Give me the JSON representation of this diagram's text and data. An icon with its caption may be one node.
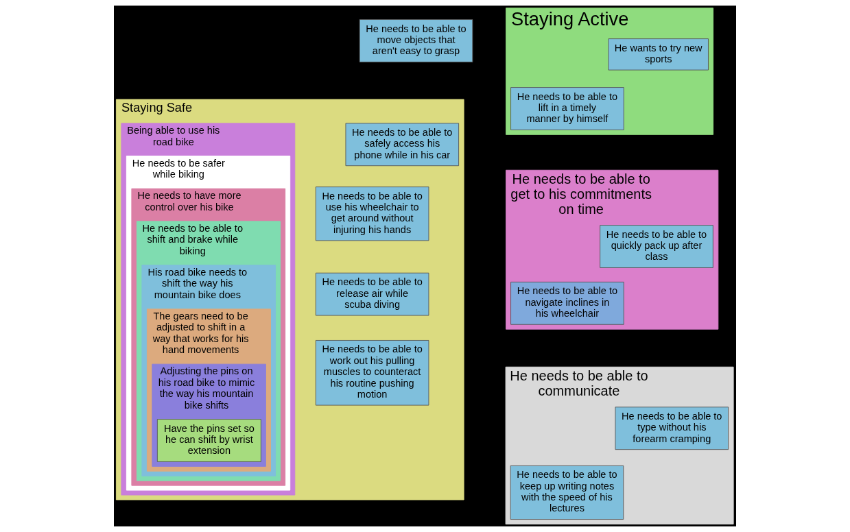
{
  "diagram": {
    "nodes": [
      {
        "text": [
          "Staying Active"
        ]
      },
      {
        "text": [
          "He needs to be able to lift in a timely manner by himself"
        ],
        "in": 0
      },
      {
        "text": [
          "He wants to try new sports"
        ],
        "in": 0
      },
      {
        "text": [
          "Staying Safe"
        ]
      },
      {
        "text": [
          "Being able to use his road bike"
        ],
        "in": 3
      },
      {
        "text": [
          "He needs to be safer while biking"
        ],
        "in": 4
      },
      {
        "text": [
          "He needs to have more control over his bike"
        ],
        "in": 5
      },
      {
        "text": [
          "He needs to be able to shift and brake while biking"
        ],
        "in": 6
      },
      {
        "text": [
          "His road bike needs to shift the way his mountain bike does"
        ],
        "in": 7
      },
      {
        "text": [
          "The gears need to be adjusted to shift in a way that works for his hand movements"
        ],
        "in": 8
      },
      {
        "text": [
          "Adjusting the pins on his road bike to mimic the way his mountain bike shifts"
        ],
        "in": 9
      },
      {
        "text": [
          "Have the pins set so he can shift by wrist extension"
        ],
        "in": 10
      },
      {
        "text": [
          "He needs to be able to release air while scuba diving"
        ],
        "in": 3
      },
      {
        "text": [
          "He needs to be able to use his wheelchair to get around without injuring his hands"
        ],
        "in": 3
      },
      {
        "text": [
          "He needs to be able to safely access his phone while in his car"
        ],
        "in": 3
      },
      {
        "text": [
          "He needs to be able to work out his pulling muscles to counteract his routine pushing motion"
        ],
        "in": 3
      },
      {
        "text": [
          "He needs to be able to get to his commitments on time"
        ]
      },
      {
        "text": [
          "He needs to be able to navigate inclines in his wheelchair"
        ],
        "in": 16
      },
      {
        "text": [
          "He needs to be able to quickly pack up after class"
        ],
        "in": 16
      },
      {
        "text": [
          "He needs to be able to move objects that aren't easy to grasp"
        ]
      },
      {
        "text": [
          "He needs to be able to communicate"
        ]
      },
      {
        "text": [
          "He needs to be able to keep up writing notes with the speed of his lectures"
        ],
        "in": 20
      },
      {
        "text": [
          "He needs to be able to type without his forearm cramping"
        ],
        "in": 20
      }
    ]
  }
}
